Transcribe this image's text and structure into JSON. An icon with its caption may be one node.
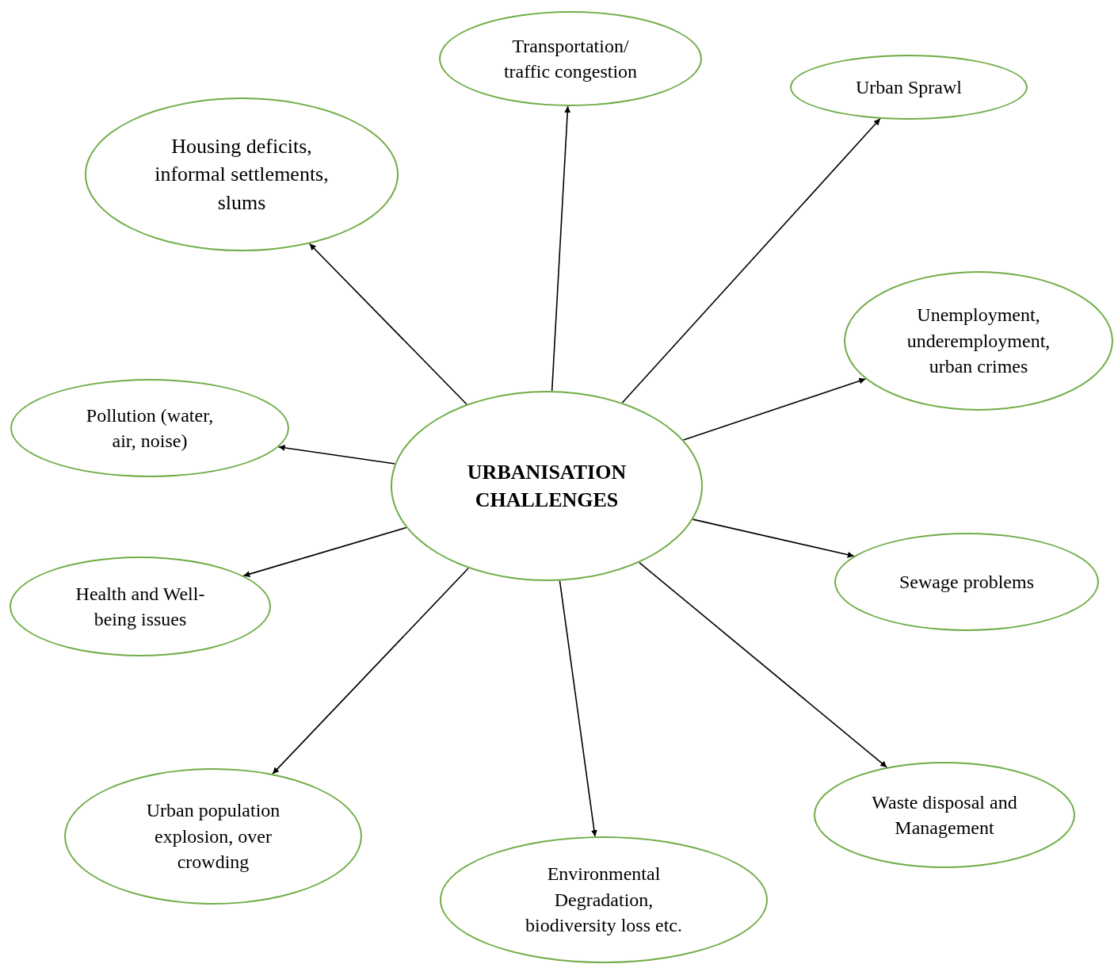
{
  "diagram": {
    "nodes": [
      {
        "text": [
          "URBANISATION CHALLENGES"
        ]
      },
      {
        "text": [
          "Transportation/ traffic congestion"
        ]
      },
      {
        "text": [
          "Urban Sprawl"
        ]
      },
      {
        "text": [
          "Housing deficits, informal settlements, slums"
        ]
      },
      {
        "text": [
          "Unemployment, underemployment, urban crimes"
        ]
      },
      {
        "text": [
          "Pollution (water, air, noise)"
        ]
      },
      {
        "text": [
          "Health and Well-being issues"
        ]
      },
      {
        "text": [
          "Sewage problems"
        ]
      },
      {
        "text": [
          "Urban population explosion, over crowding"
        ]
      },
      {
        "text": [
          "Environmental Degradation, biodiversity loss etc."
        ]
      },
      {
        "text": [
          "Waste disposal and Management"
        ]
      }
    ],
    "edges": [
      {
        "from": 0,
        "to": 1,
        "arrow": "to"
      },
      {
        "from": 0,
        "to": 2,
        "arrow": "to"
      },
      {
        "from": 0,
        "to": 3,
        "arrow": "to"
      },
      {
        "from": 0,
        "to": 4,
        "arrow": "to"
      },
      {
        "from": 0,
        "to": 5,
        "arrow": "to"
      },
      {
        "from": 0,
        "to": 6,
        "arrow": "to"
      },
      {
        "from": 0,
        "to": 7,
        "arrow": "to"
      },
      {
        "from": 0,
        "to": 8,
        "arrow": "to"
      },
      {
        "from": 0,
        "to": 9,
        "arrow": "to"
      },
      {
        "from": 0,
        "to": 10,
        "arrow": "to"
      }
    ]
  }
}
